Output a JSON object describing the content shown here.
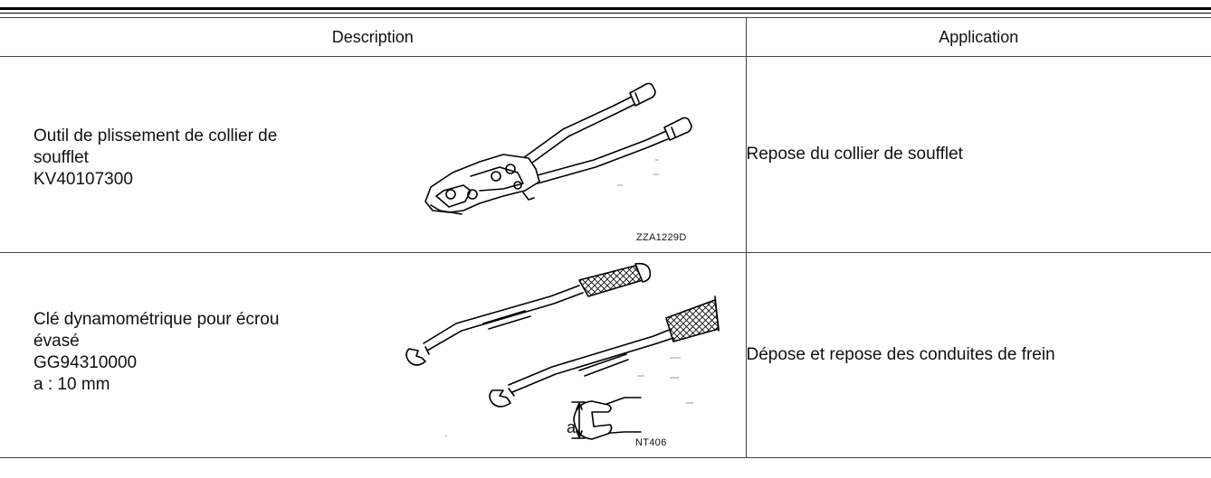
{
  "table": {
    "headers": [
      "Description",
      "Application"
    ],
    "rows": [
      {
        "description_lines": [
          "Outil de plissement de collier de",
          "soufflet",
          "KV40107300"
        ],
        "figure_code": "ZZA1229D",
        "figure_icon": "boot-band-crimping-tool-icon",
        "application": "Repose du collier de soufflet"
      },
      {
        "description_lines": [
          "Clé dynamométrique pour écrou",
          "évasé",
          "GG94310000",
          "a : 10 mm"
        ],
        "figure_code": "NT406",
        "figure_label": "a",
        "figure_icon": "flare-nut-torque-wrench-icon",
        "application": "Dépose et repose des conduites de frein"
      }
    ]
  }
}
